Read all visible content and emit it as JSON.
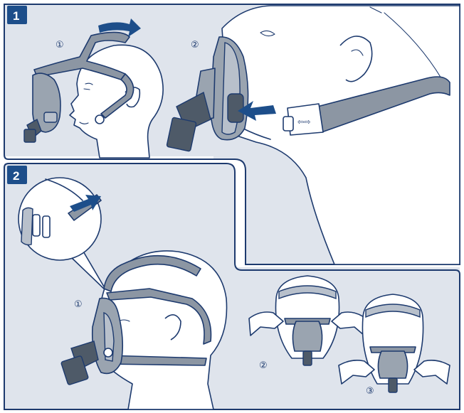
{
  "steps": {
    "step1": {
      "badge": "1",
      "sub1": "①",
      "sub2": "②"
    },
    "step2": {
      "badge": "2",
      "sub1": "①",
      "sub2": "②",
      "sub3": "③"
    }
  },
  "clip_arrows": "⇦⇨",
  "colors": {
    "accent": "#1d4e8a",
    "panel": "#dfe4ec",
    "outline": "#1d3a6e",
    "strap": "#8c96a3"
  }
}
